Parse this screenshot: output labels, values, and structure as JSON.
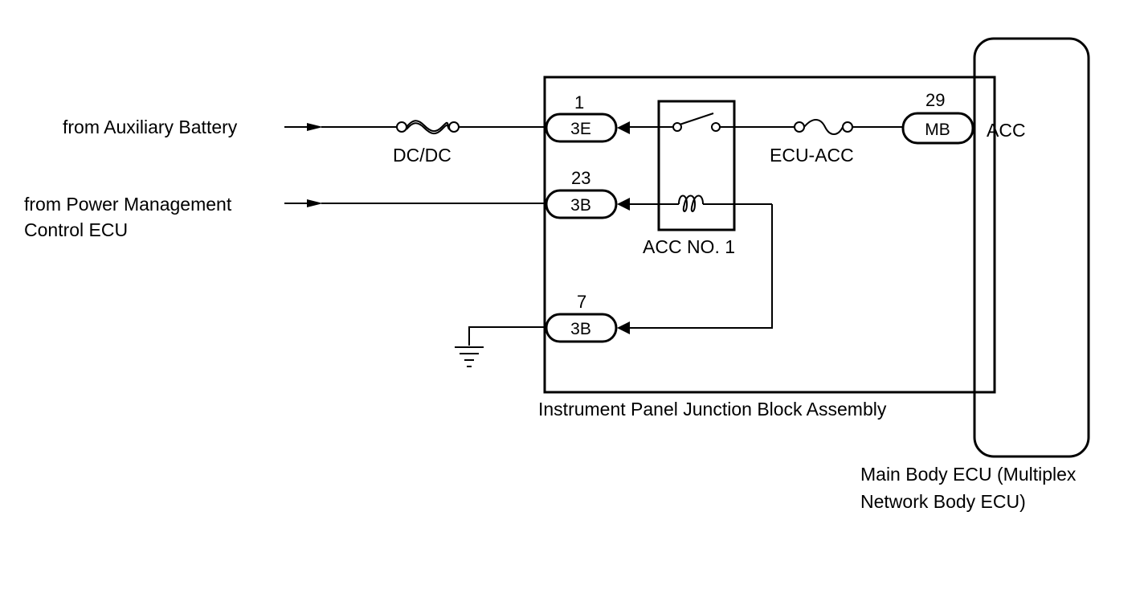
{
  "inputs": {
    "aux_battery": "from Auxiliary Battery",
    "power_mgmt_line1": "from Power Management",
    "power_mgmt_line2": "Control ECU"
  },
  "fuses": {
    "dcdc": "DC/DC",
    "ecu_acc": "ECU-ACC"
  },
  "relay": {
    "name": "ACC NO. 1"
  },
  "connectors": [
    {
      "pin": "1",
      "code": "3E"
    },
    {
      "pin": "23",
      "code": "3B"
    },
    {
      "pin": "7",
      "code": "3B"
    },
    {
      "pin": "29",
      "code": "MB"
    }
  ],
  "junction_block": {
    "name": "Instrument Panel Junction Block Assembly"
  },
  "ecu": {
    "terminal": "ACC",
    "name_line1": "Main Body ECU (Multiplex",
    "name_line2": "Network Body ECU)"
  }
}
